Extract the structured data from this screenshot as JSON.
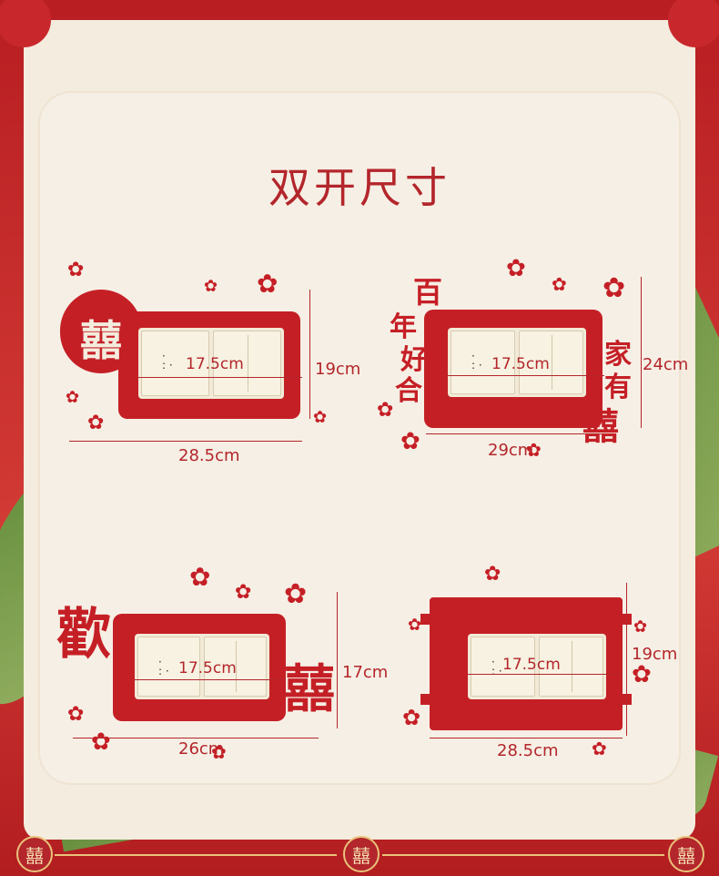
{
  "title": "双开尺寸",
  "items": [
    {
      "inner": "17.5cm",
      "height": "19cm",
      "width": "28.5cm"
    },
    {
      "inner": "17.5cm",
      "height": "24cm",
      "width": "29cm"
    },
    {
      "inner": "17.5cm",
      "height": "17cm",
      "width": "26cm"
    },
    {
      "inner": "17.5cm",
      "height": "19cm",
      "width": "28.5cm"
    }
  ],
  "decor": {
    "xi": "囍",
    "huan": "歡",
    "bai": "百",
    "nian": "年",
    "hao": "好",
    "he": "合",
    "jia": "家",
    "you": "有",
    "flower": "✿"
  },
  "footer_seal": "囍",
  "colors": {
    "accent": "#c51f26",
    "background": "#f6efe5"
  }
}
